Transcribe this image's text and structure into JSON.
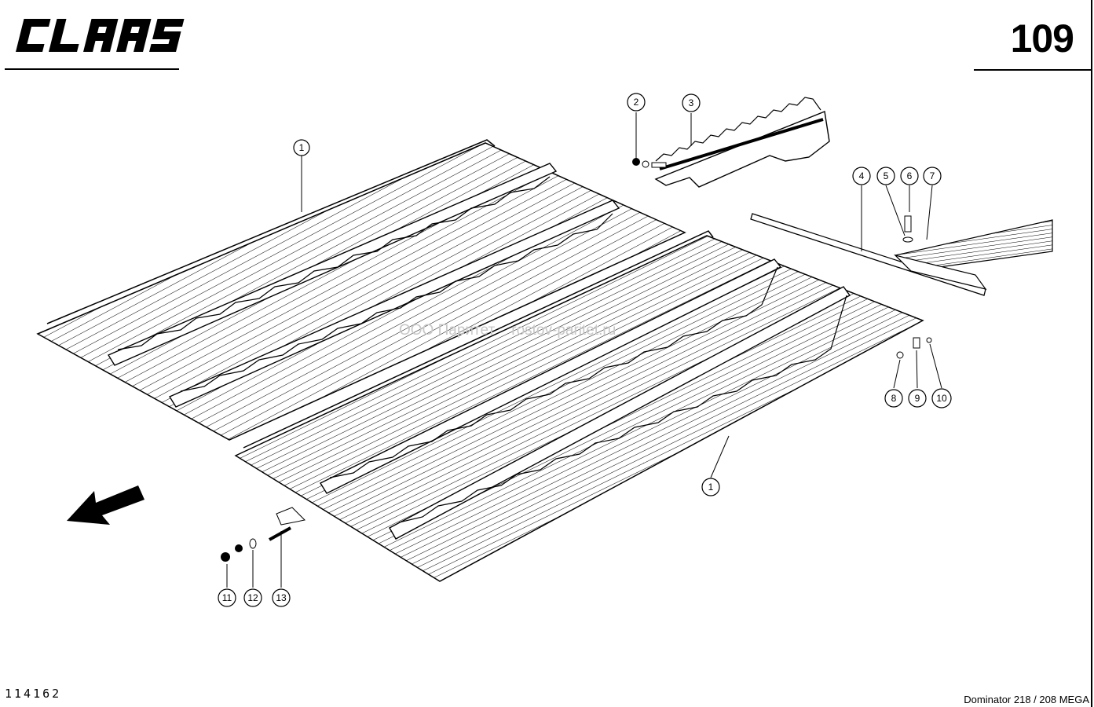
{
  "brand": "CLAAS",
  "page_number": "109",
  "document_number": "114162",
  "model": "Dominator 218 / 208 MEGA",
  "watermark": "ООО Паритет    rostov-paritet.ru",
  "callouts": [
    "1",
    "2",
    "3",
    "4",
    "5",
    "6",
    "7",
    "8",
    "9",
    "10",
    "11",
    "12",
    "13",
    "1"
  ]
}
